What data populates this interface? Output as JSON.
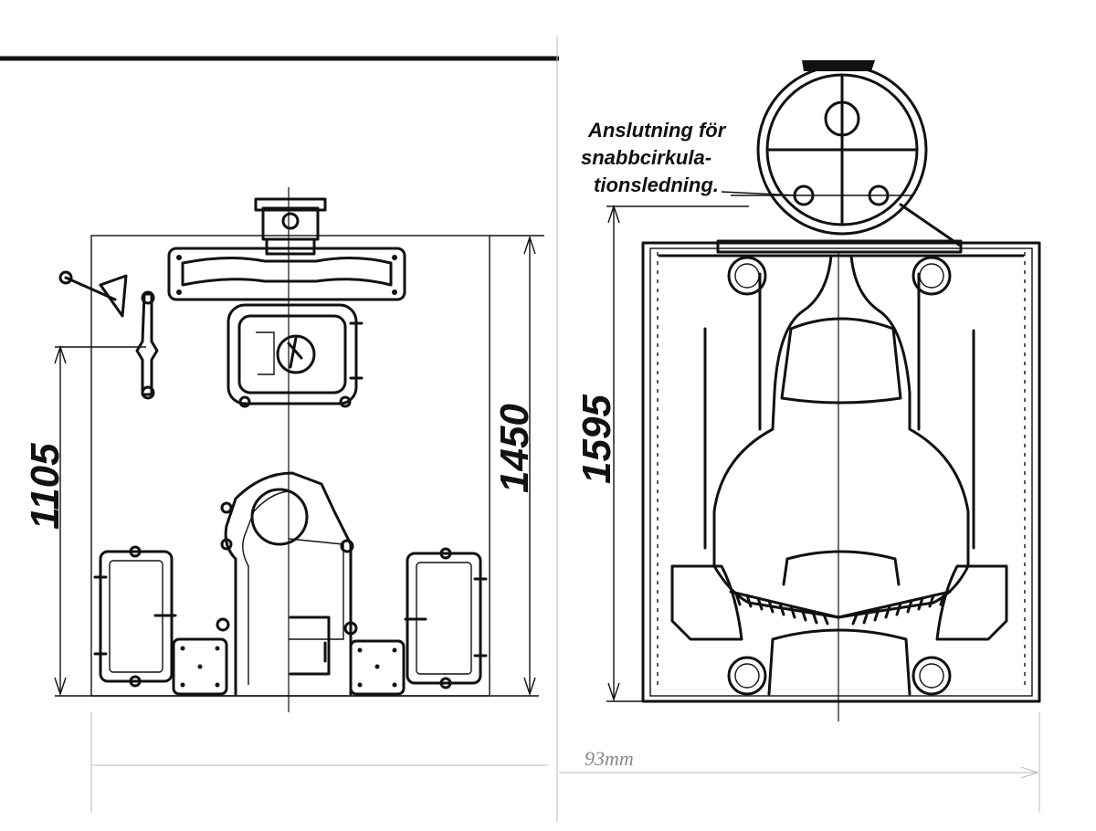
{
  "drawing": {
    "left_view": {
      "dimension_total": "1450",
      "dimension_firebox": "1105"
    },
    "right_view": {
      "dimension_total": "1595",
      "note_lines": [
        "Anslutning för",
        "snabbcirkula-",
        "tionsledning."
      ]
    },
    "scale_note": "93mm"
  },
  "colors": {
    "ink": "#111111",
    "paper": "#ffffff",
    "pencil": "#888888"
  }
}
